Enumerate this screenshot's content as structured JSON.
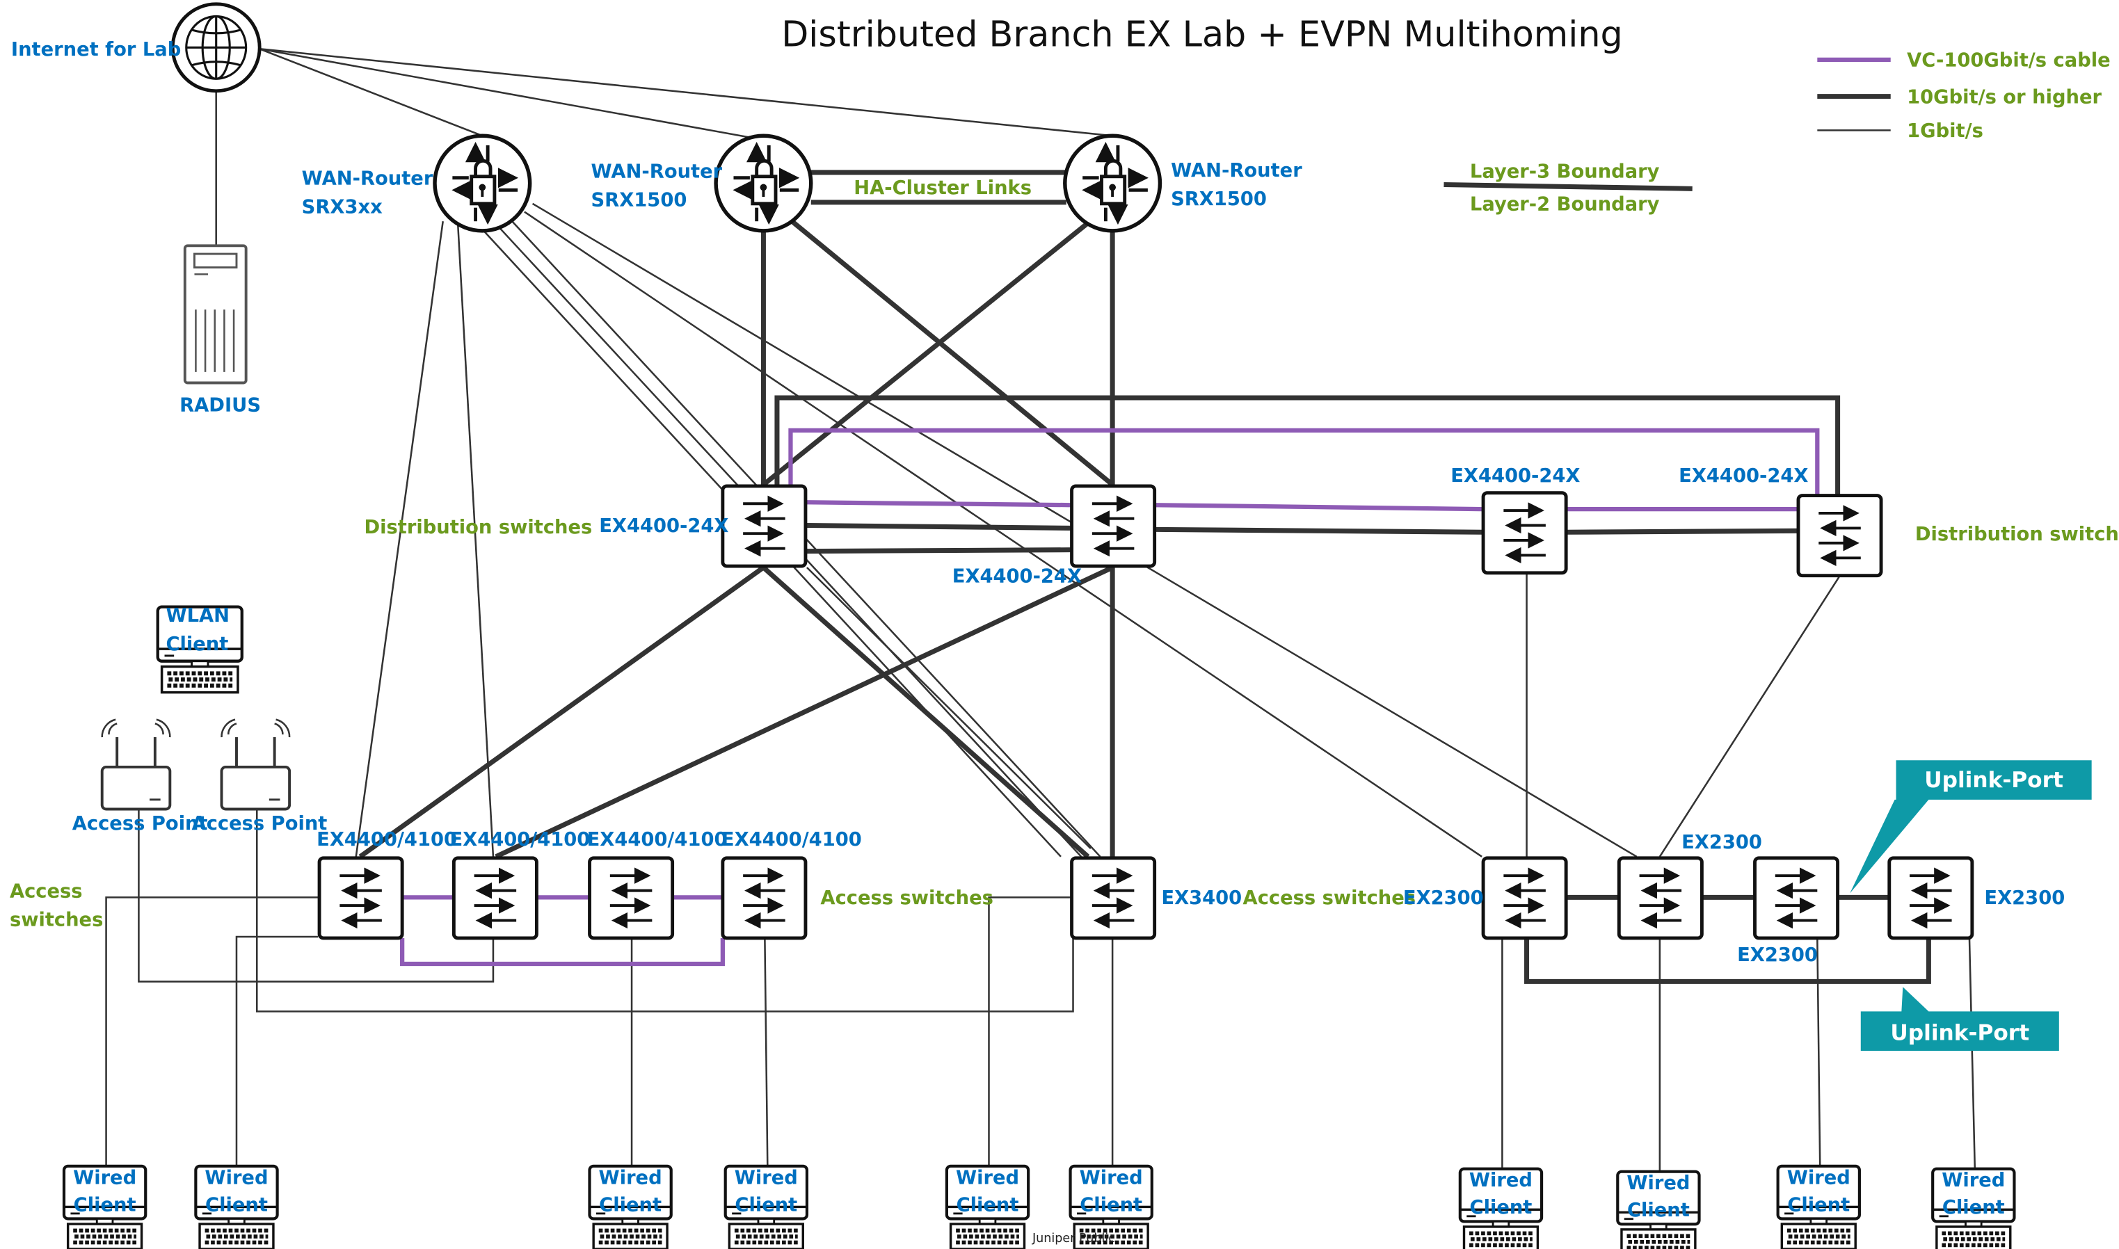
{
  "title": "Distributed Branch EX Lab + EVPN Multihoming",
  "colors": {
    "label_blue": "#0070c0",
    "label_green": "#6b9a1e",
    "vc_purple": "#8e5bb5",
    "callout_teal": "#0e9aa7",
    "link": "#333333"
  },
  "legend": {
    "items": [
      {
        "label": "VC-100Gbit/s cable",
        "style": "purple"
      },
      {
        "label": "10Gbit/s or higher",
        "style": "thick"
      },
      {
        "label": "1Gbit/s",
        "style": "thin"
      }
    ],
    "boundary_top": "Layer-3 Boundary",
    "boundary_bottom": "Layer-2 Boundary"
  },
  "internet": {
    "label": "Internet for Lab",
    "icon": "globe-icon"
  },
  "radius": {
    "label": "RADIUS",
    "icon": "server-icon"
  },
  "routers": [
    {
      "line1": "WAN-Router",
      "line2": "SRX3xx"
    },
    {
      "line1": "WAN-Router",
      "line2": "SRX1500"
    },
    {
      "line1": "WAN-Router",
      "line2": "SRX1500"
    }
  ],
  "ha_label": "HA-Cluster Links",
  "distribution": {
    "group_label_left": "Distribution switches",
    "group_label_right": "Distribution switches",
    "switches": [
      "EX4400-24X",
      "EX4400-24X",
      "EX4400-24X",
      "EX4400-24X"
    ]
  },
  "access": {
    "group_label_left_1": "Access",
    "group_label_left_2": "switches",
    "group_label_mid": "Access switches",
    "group_label_right": "Access switches",
    "switches": [
      "EX4400/4100",
      "EX4400/4100",
      "EX4400/4100",
      "EX4400/4100",
      "EX3400",
      "EX2300",
      "EX2300",
      "EX2300",
      "EX2300"
    ]
  },
  "uplink_callouts": [
    "Uplink-Port",
    "Uplink-Port"
  ],
  "wlan_client": {
    "line1": "WLAN",
    "line2": "Client"
  },
  "access_points": [
    "Access Point",
    "Access Point"
  ],
  "wired_client": {
    "line1": "Wired",
    "line2": "Client"
  },
  "watermark": "Juniper Public"
}
